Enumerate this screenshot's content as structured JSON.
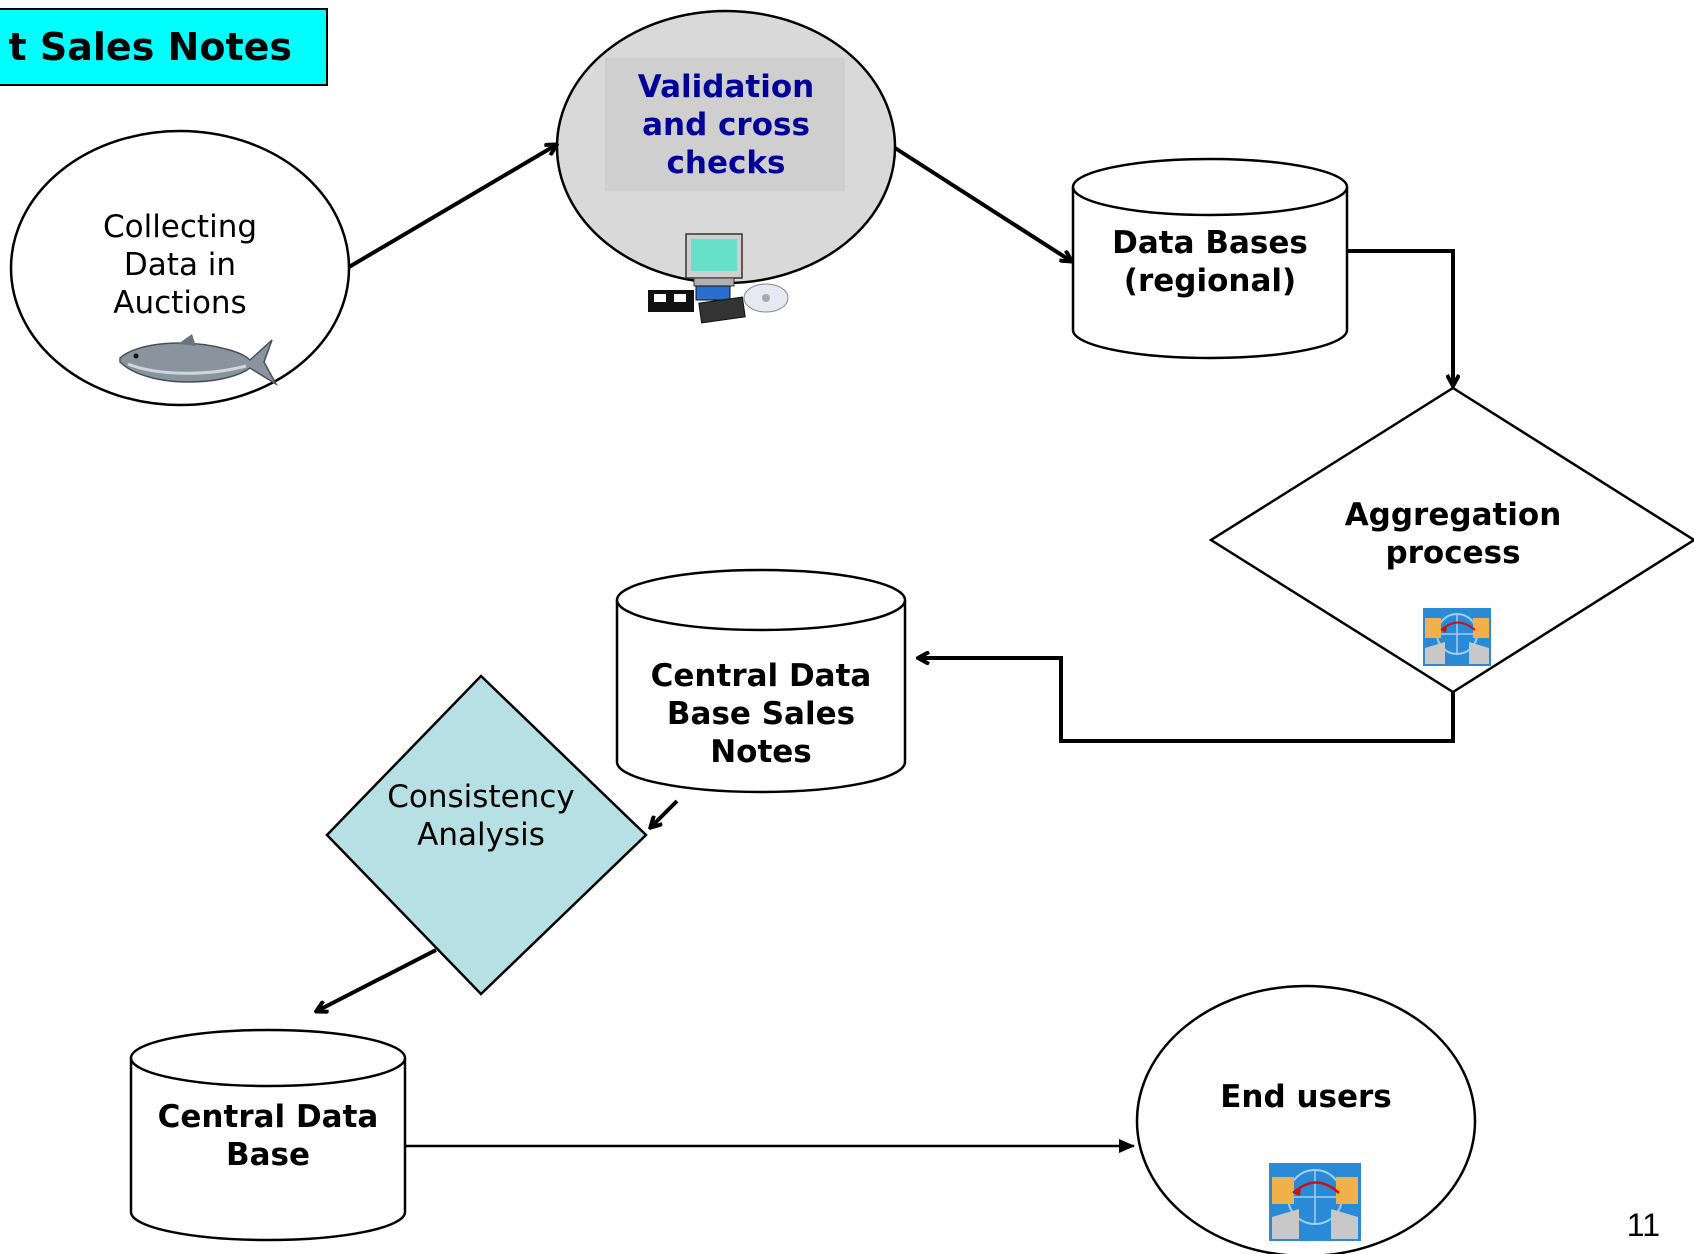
{
  "title": "t Sales Notes",
  "nodes": {
    "collecting": "Collecting Data in Auctions",
    "validation": "Validation and cross checks",
    "regional_db": "Data Bases (regional)",
    "aggregation": "Aggregation process",
    "central_db_sales": "Central Data Base Sales Notes",
    "consistency": "Consistency Analysis",
    "central_db": "Central Data Base",
    "end_users": "End users"
  },
  "page_number": "11",
  "colors": {
    "title_bg": "#00ffff",
    "validation_fill": "#d9d9d9",
    "validation_text": "#000099",
    "consistency_fill": "#b7e0e4"
  },
  "icons": [
    "fish-icon",
    "computer-media-icon",
    "network-exchange-icon"
  ]
}
